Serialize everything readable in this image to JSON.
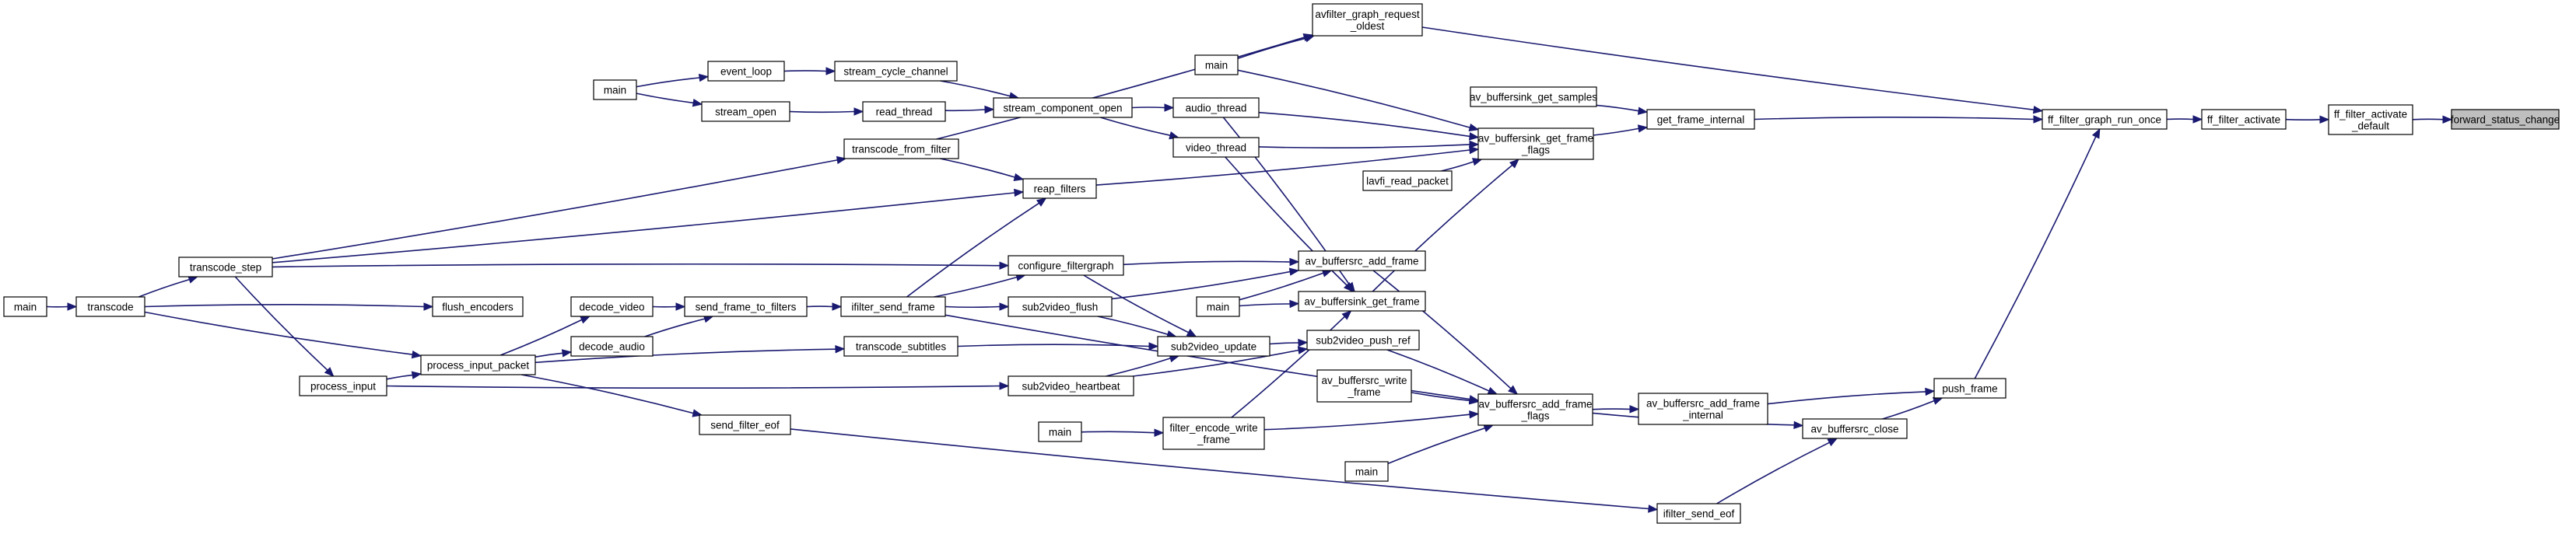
{
  "graph": {
    "colors": {
      "edge": "#191970",
      "node_border": "#000000",
      "node_fill": "#ffffff",
      "highlight_fill": "#bfbfbf"
    },
    "nodes": [
      {
        "id": "forward_status_change",
        "lines": [
          "forward_status_change"
        ],
        "highlight": true
      },
      {
        "id": "ff_filter_activate_default",
        "lines": [
          "ff_filter_activate",
          "_default"
        ]
      },
      {
        "id": "ff_filter_activate",
        "lines": [
          "ff_filter_activate"
        ]
      },
      {
        "id": "ff_filter_graph_run_once",
        "lines": [
          "ff_filter_graph_run_once"
        ]
      },
      {
        "id": "push_frame",
        "lines": [
          "push_frame"
        ]
      },
      {
        "id": "avfilter_graph_request_oldest",
        "lines": [
          "avfilter_graph_request",
          "_oldest"
        ]
      },
      {
        "id": "get_frame_internal",
        "lines": [
          "get_frame_internal"
        ]
      },
      {
        "id": "av_buffersink_get_samples",
        "lines": [
          "av_buffersink_get_samples"
        ]
      },
      {
        "id": "av_buffersink_get_frame_flags",
        "lines": [
          "av_buffersink_get_frame",
          "_flags"
        ]
      },
      {
        "id": "av_buffersrc_add_frame_internal",
        "lines": [
          "av_buffersrc_add_frame",
          "_internal"
        ]
      },
      {
        "id": "av_buffersrc_close",
        "lines": [
          "av_buffersrc_close"
        ]
      },
      {
        "id": "ifilter_send_eof",
        "lines": [
          "ifilter_send_eof"
        ]
      },
      {
        "id": "av_buffersrc_add_frame_flags",
        "lines": [
          "av_buffersrc_add_frame",
          "_flags"
        ]
      },
      {
        "id": "av_buffersrc_add_frame",
        "lines": [
          "av_buffersrc_add_frame"
        ]
      },
      {
        "id": "av_buffersink_get_frame",
        "lines": [
          "av_buffersink_get_frame"
        ]
      },
      {
        "id": "lavfi_read_packet",
        "lines": [
          "lavfi_read_packet"
        ]
      },
      {
        "id": "audio_thread",
        "lines": [
          "audio_thread"
        ]
      },
      {
        "id": "video_thread",
        "lines": [
          "video_thread"
        ]
      },
      {
        "id": "main_top",
        "lines": [
          "main"
        ]
      },
      {
        "id": "reap_filters",
        "lines": [
          "reap_filters"
        ]
      },
      {
        "id": "stream_component_open",
        "lines": [
          "stream_component_open"
        ]
      },
      {
        "id": "stream_cycle_channel",
        "lines": [
          "stream_cycle_channel"
        ]
      },
      {
        "id": "read_thread",
        "lines": [
          "read_thread"
        ]
      },
      {
        "id": "event_loop",
        "lines": [
          "event_loop"
        ]
      },
      {
        "id": "stream_open",
        "lines": [
          "stream_open"
        ]
      },
      {
        "id": "main_play",
        "lines": [
          "main"
        ]
      },
      {
        "id": "transcode_from_filter",
        "lines": [
          "transcode_from_filter"
        ]
      },
      {
        "id": "transcode_step",
        "lines": [
          "transcode_step"
        ]
      },
      {
        "id": "transcode",
        "lines": [
          "transcode"
        ]
      },
      {
        "id": "main_left",
        "lines": [
          "main"
        ]
      },
      {
        "id": "configure_filtergraph",
        "lines": [
          "configure_filtergraph"
        ]
      },
      {
        "id": "ifilter_send_frame",
        "lines": [
          "ifilter_send_frame"
        ]
      },
      {
        "id": "send_frame_to_filters",
        "lines": [
          "send_frame_to_filters"
        ]
      },
      {
        "id": "decode_video",
        "lines": [
          "decode_video"
        ]
      },
      {
        "id": "decode_audio",
        "lines": [
          "decode_audio"
        ]
      },
      {
        "id": "process_input_packet",
        "lines": [
          "process_input_packet"
        ]
      },
      {
        "id": "process_input",
        "lines": [
          "process_input"
        ]
      },
      {
        "id": "flush_encoders",
        "lines": [
          "flush_encoders"
        ]
      },
      {
        "id": "sub2video_flush",
        "lines": [
          "sub2video_flush"
        ]
      },
      {
        "id": "sub2video_update",
        "lines": [
          "sub2video_update"
        ]
      },
      {
        "id": "transcode_subtitles",
        "lines": [
          "transcode_subtitles"
        ]
      },
      {
        "id": "sub2video_heartbeat",
        "lines": [
          "sub2video_heartbeat"
        ]
      },
      {
        "id": "sub2video_push_ref",
        "lines": [
          "sub2video_push_ref"
        ]
      },
      {
        "id": "av_buffersrc_write_frame",
        "lines": [
          "av_buffersrc_write",
          "_frame"
        ]
      },
      {
        "id": "main_mid",
        "lines": [
          "main"
        ]
      },
      {
        "id": "send_filter_eof",
        "lines": [
          "send_filter_eof"
        ]
      },
      {
        "id": "filter_encode_write_frame",
        "lines": [
          "filter_encode_write",
          "_frame"
        ]
      },
      {
        "id": "main_fe",
        "lines": [
          "main"
        ]
      },
      {
        "id": "main_bottom",
        "lines": [
          "main"
        ]
      }
    ],
    "edges": [
      {
        "from": "ff_filter_activate_default",
        "to": "forward_status_change"
      },
      {
        "from": "ff_filter_activate",
        "to": "ff_filter_activate_default"
      },
      {
        "from": "ff_filter_graph_run_once",
        "to": "ff_filter_activate"
      },
      {
        "from": "avfilter_graph_request_oldest",
        "to": "ff_filter_graph_run_once"
      },
      {
        "from": "get_frame_internal",
        "to": "ff_filter_graph_run_once"
      },
      {
        "from": "push_frame",
        "to": "ff_filter_graph_run_once"
      },
      {
        "from": "av_buffersink_get_samples",
        "to": "get_frame_internal"
      },
      {
        "from": "av_buffersink_get_frame_flags",
        "to": "get_frame_internal"
      },
      {
        "from": "av_buffersrc_add_frame_internal",
        "to": "push_frame"
      },
      {
        "from": "av_buffersrc_close",
        "to": "push_frame"
      },
      {
        "from": "av_buffersrc_add_frame_flags",
        "to": "av_buffersrc_add_frame_internal"
      },
      {
        "from": "av_buffersrc_add_frame_flags",
        "to": "av_buffersrc_close"
      },
      {
        "from": "ifilter_send_eof",
        "to": "av_buffersrc_close"
      },
      {
        "from": "send_filter_eof",
        "to": "ifilter_send_eof"
      },
      {
        "from": "av_buffersrc_add_frame",
        "to": "av_buffersrc_add_frame_flags"
      },
      {
        "from": "av_buffersrc_write_frame",
        "to": "av_buffersrc_add_frame_flags"
      },
      {
        "from": "sub2video_push_ref",
        "to": "av_buffersrc_add_frame_flags"
      },
      {
        "from": "filter_encode_write_frame",
        "to": "av_buffersrc_add_frame_flags"
      },
      {
        "from": "main_bottom",
        "to": "av_buffersrc_add_frame_flags"
      },
      {
        "from": "ifilter_send_frame",
        "to": "av_buffersrc_add_frame_flags"
      },
      {
        "from": "main_fe",
        "to": "filter_encode_write_frame"
      },
      {
        "from": "main_mid",
        "to": "av_buffersrc_add_frame"
      },
      {
        "from": "configure_filtergraph",
        "to": "av_buffersrc_add_frame"
      },
      {
        "from": "sub2video_flush",
        "to": "av_buffersrc_add_frame"
      },
      {
        "from": "sub2video_update",
        "to": "sub2video_push_ref"
      },
      {
        "from": "sub2video_heartbeat",
        "to": "sub2video_push_ref"
      },
      {
        "from": "sub2video_flush",
        "to": "sub2video_update"
      },
      {
        "from": "configure_filtergraph",
        "to": "sub2video_update"
      },
      {
        "from": "transcode_subtitles",
        "to": "sub2video_update"
      },
      {
        "from": "sub2video_heartbeat",
        "to": "sub2video_update"
      },
      {
        "from": "av_buffersink_get_frame",
        "to": "av_buffersink_get_frame_flags"
      },
      {
        "from": "lavfi_read_packet",
        "to": "av_buffersink_get_frame_flags"
      },
      {
        "from": "audio_thread",
        "to": "av_buffersink_get_frame_flags"
      },
      {
        "from": "video_thread",
        "to": "av_buffersink_get_frame_flags"
      },
      {
        "from": "main_top",
        "to": "av_buffersink_get_frame_flags"
      },
      {
        "from": "reap_filters",
        "to": "av_buffersink_get_frame_flags"
      },
      {
        "from": "audio_thread",
        "to": "av_buffersink_get_frame"
      },
      {
        "from": "video_thread",
        "to": "av_buffersink_get_frame"
      },
      {
        "from": "main_mid",
        "to": "av_buffersink_get_frame"
      },
      {
        "from": "filter_encode_write_frame",
        "to": "av_buffersink_get_frame"
      },
      {
        "from": "main_top",
        "to": "avfilter_graph_request_oldest"
      },
      {
        "from": "transcode_from_filter",
        "to": "avfilter_graph_request_oldest"
      },
      {
        "from": "stream_component_open",
        "to": "audio_thread"
      },
      {
        "from": "stream_component_open",
        "to": "video_thread"
      },
      {
        "from": "stream_cycle_channel",
        "to": "stream_component_open"
      },
      {
        "from": "read_thread",
        "to": "stream_component_open"
      },
      {
        "from": "event_loop",
        "to": "stream_cycle_channel"
      },
      {
        "from": "stream_open",
        "to": "read_thread"
      },
      {
        "from": "main_play",
        "to": "event_loop"
      },
      {
        "from": "main_play",
        "to": "stream_open"
      },
      {
        "from": "transcode_from_filter",
        "to": "reap_filters"
      },
      {
        "from": "transcode_step",
        "to": "reap_filters"
      },
      {
        "from": "ifilter_send_frame",
        "to": "reap_filters"
      },
      {
        "from": "transcode_step",
        "to": "transcode_from_filter"
      },
      {
        "from": "transcode_step",
        "to": "configure_filtergraph"
      },
      {
        "from": "ifilter_send_frame",
        "to": "configure_filtergraph"
      },
      {
        "from": "transcode",
        "to": "transcode_step"
      },
      {
        "from": "main_left",
        "to": "transcode"
      },
      {
        "from": "send_frame_to_filters",
        "to": "ifilter_send_frame"
      },
      {
        "from": "decode_video",
        "to": "send_frame_to_filters"
      },
      {
        "from": "decode_audio",
        "to": "send_frame_to_filters"
      },
      {
        "from": "process_input_packet",
        "to": "decode_video"
      },
      {
        "from": "process_input_packet",
        "to": "decode_audio"
      },
      {
        "from": "transcode",
        "to": "process_input_packet"
      },
      {
        "from": "process_input",
        "to": "process_input_packet"
      },
      {
        "from": "transcode_step",
        "to": "process_input"
      },
      {
        "from": "transcode",
        "to": "flush_encoders"
      },
      {
        "from": "ifilter_send_frame",
        "to": "sub2video_flush"
      },
      {
        "from": "process_input_packet",
        "to": "transcode_subtitles"
      },
      {
        "from": "process_input",
        "to": "sub2video_heartbeat"
      },
      {
        "from": "process_input_packet",
        "to": "send_filter_eof"
      }
    ]
  }
}
